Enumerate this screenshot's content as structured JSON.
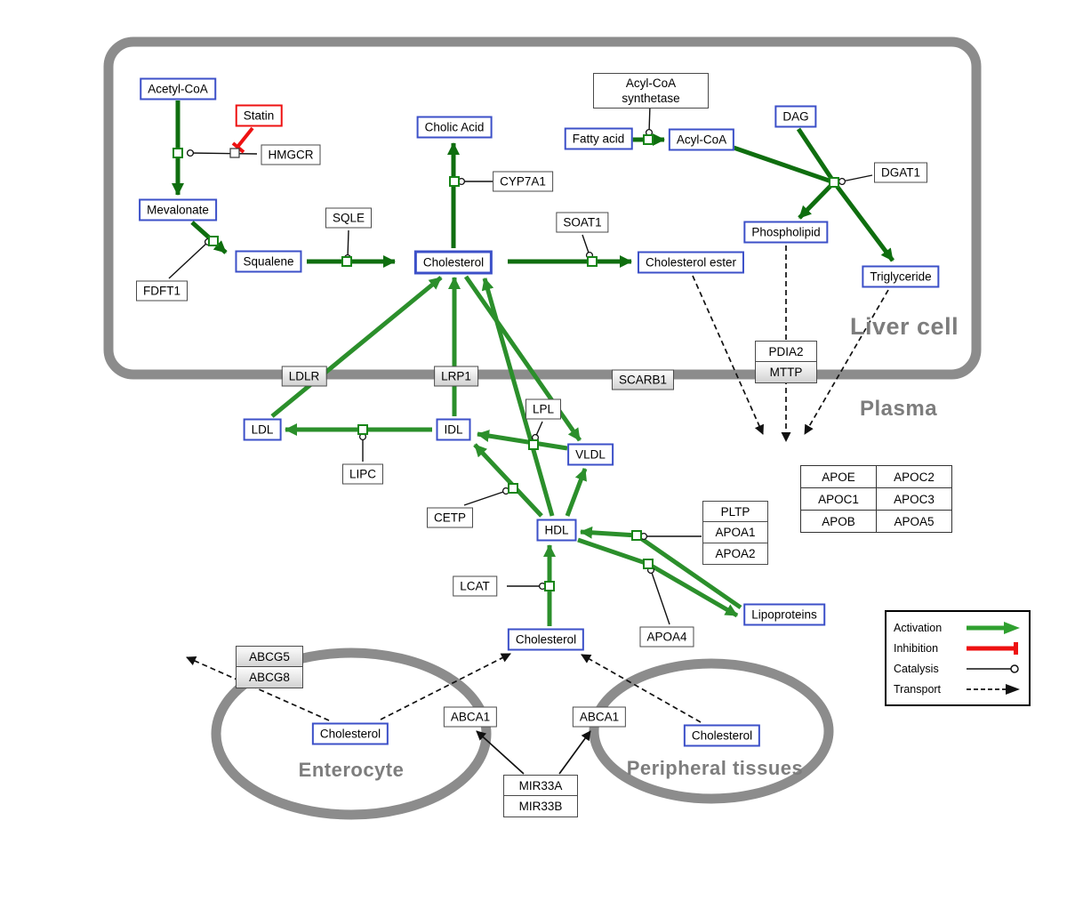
{
  "regions": {
    "liver": "Liver cell",
    "plasma": "Plasma",
    "enterocyte": "Enterocyte",
    "peripheral": "Peripheral tissues"
  },
  "nodes": {
    "acetyl_coa": "Acetyl-CoA",
    "statin": "Statin",
    "hmgcr": "HMGCR",
    "mevalonate": "Mevalonate",
    "fdft1": "FDFT1",
    "squalene": "Squalene",
    "sqle": "SQLE",
    "cholesterol_liver": "Cholesterol",
    "cholic_acid": "Cholic Acid",
    "cyp7a1": "CYP7A1",
    "soat1": "SOAT1",
    "cholesterol_ester": "Cholesterol ester",
    "fatty_acid": "Fatty acid",
    "acyl_coa_synthetase": "Acyl-CoA synthetase",
    "acyl_coa": "Acyl-CoA",
    "dag": "DAG",
    "dgat1": "DGAT1",
    "phospholipid": "Phospholipid",
    "triglyceride": "Triglyceride",
    "pdia2": "PDIA2",
    "mttp": "MTTP",
    "ldlr": "LDLR",
    "lrp1": "LRP1",
    "scarb1": "SCARB1",
    "ldl": "LDL",
    "idl": "IDL",
    "vldl": "VLDL",
    "hdl": "HDL",
    "lpl": "LPL",
    "lipc": "LIPC",
    "cetp": "CETP",
    "lcat": "LCAT",
    "pltp": "PLTP",
    "apoa1": "APOA1",
    "apoa2": "APOA2",
    "apoa4": "APOA4",
    "lipoproteins": "Lipoproteins",
    "cholesterol_plasma": "Cholesterol",
    "abcg5": "ABCG5",
    "abcg8": "ABCG8",
    "cholesterol_enterocyte": "Cholesterol",
    "abca1_left": "ABCA1",
    "abca1_right": "ABCA1",
    "cholesterol_peripheral": "Cholesterol",
    "mir33a": "MIR33A",
    "mir33b": "MIR33B"
  },
  "apo_table": {
    "rows": [
      [
        "APOE",
        "APOC2"
      ],
      [
        "APOC1",
        "APOC3"
      ],
      [
        "APOB",
        "APOA5"
      ]
    ]
  },
  "legend": {
    "activation": "Activation",
    "inhibition": "Inhibition",
    "catalysis": "Catalysis",
    "transport": "Transport"
  },
  "colors": {
    "metabolite_border": "#3c50c8",
    "enzyme_border": "#4a4a4a",
    "activation_green_dark": "#0f6e0f",
    "activation_green": "#2b8f2b",
    "inhibition_red": "#ee1111",
    "membrane_gray": "#8c8c8c"
  }
}
